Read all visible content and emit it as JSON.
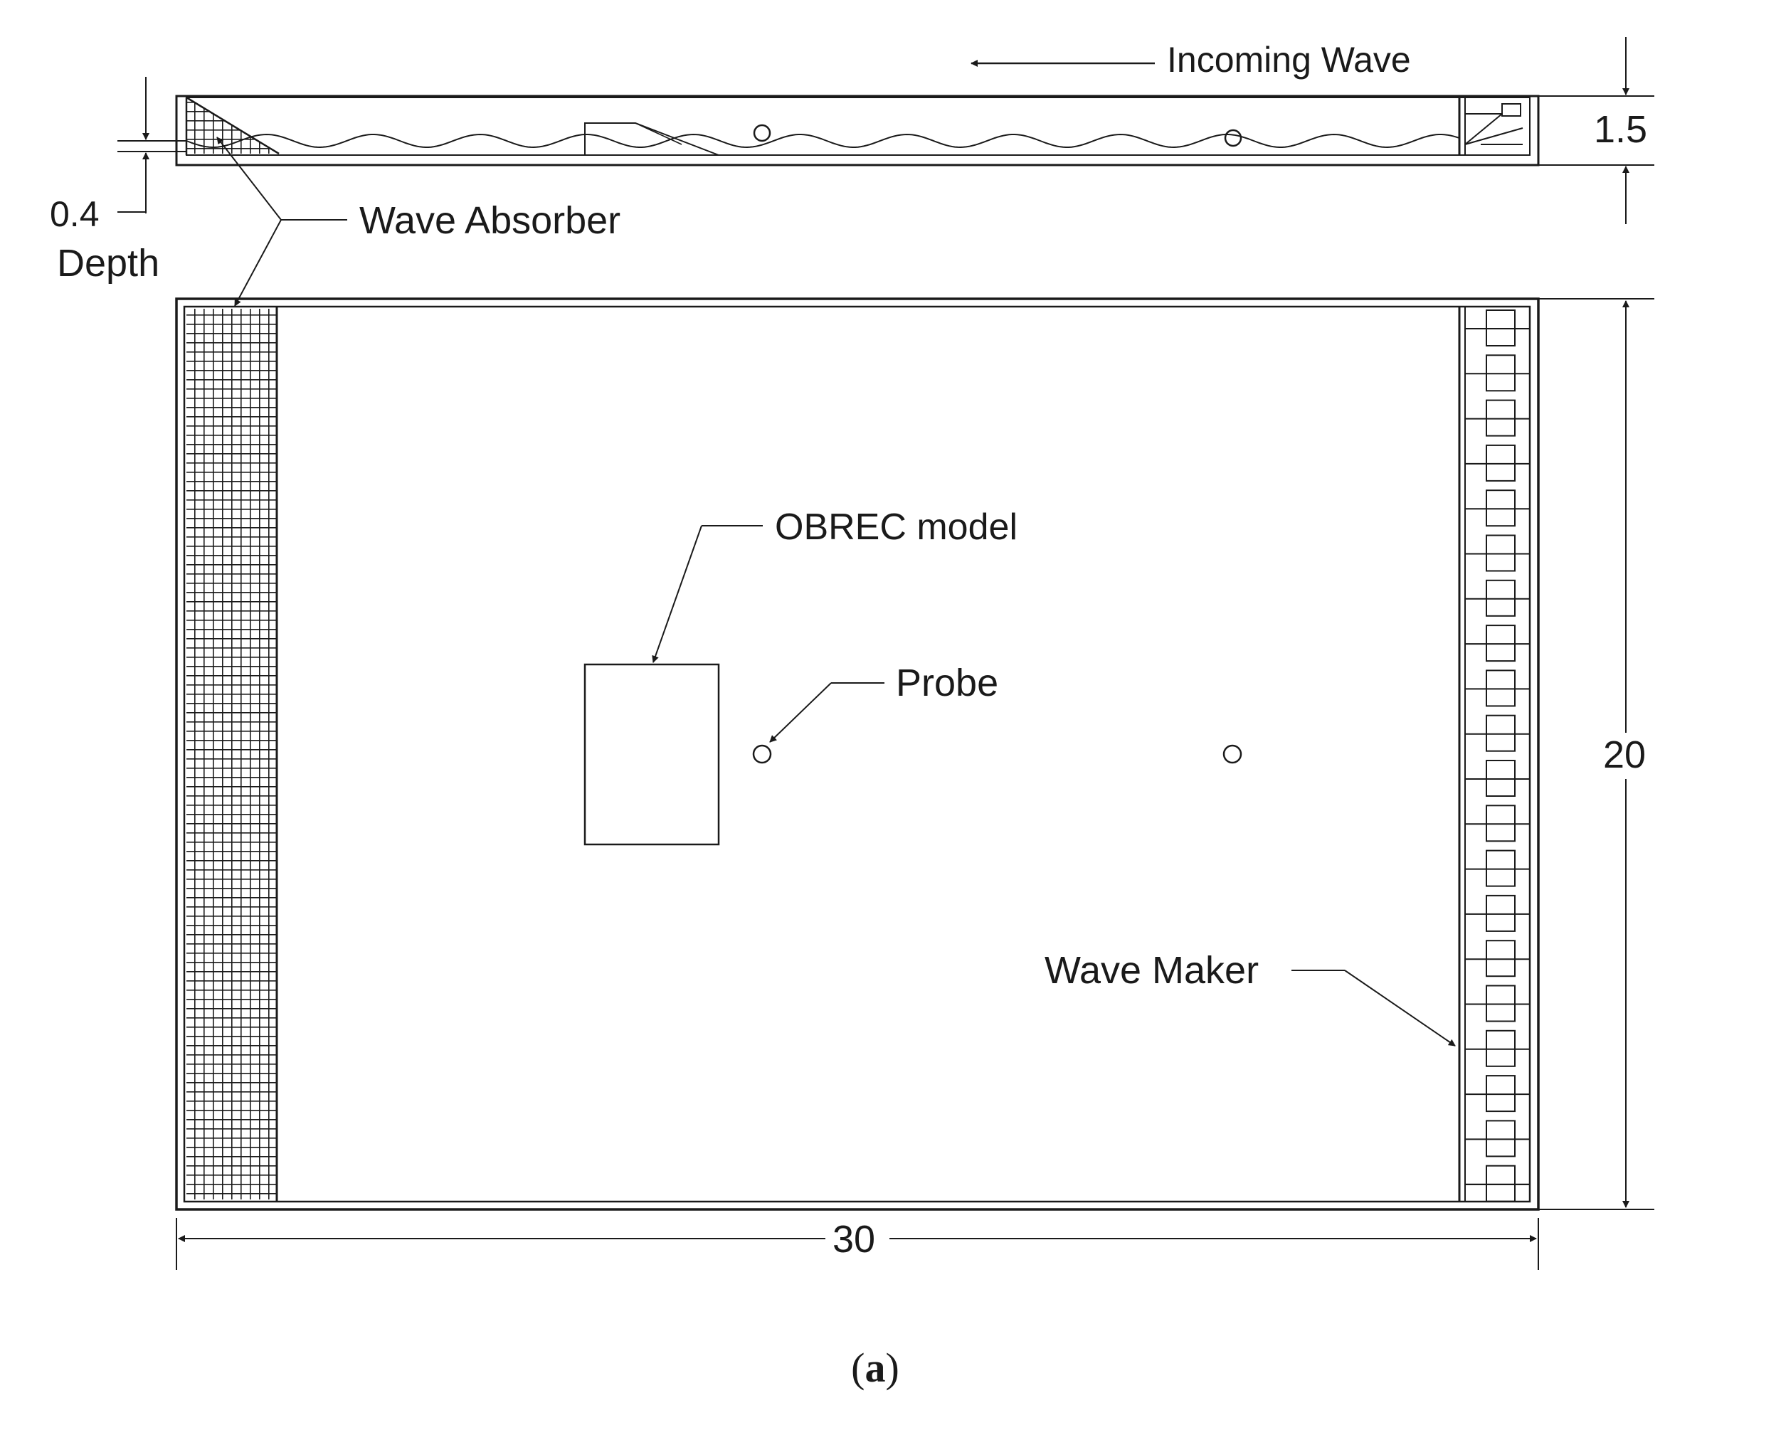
{
  "labels": {
    "incoming_wave": "Incoming Wave",
    "wave_absorber": "Wave Absorber",
    "depth_value": "0.4",
    "depth_label": "Depth",
    "height_value": "1.5",
    "obrec_model": "OBREC model",
    "probe": "Probe",
    "wave_maker": "Wave Maker",
    "width_value": "20",
    "length_value": "30"
  },
  "caption": {
    "open": "(",
    "letter": "a",
    "close": ")"
  },
  "colors": {
    "line": "#1a1a1a",
    "background": "#ffffff"
  }
}
